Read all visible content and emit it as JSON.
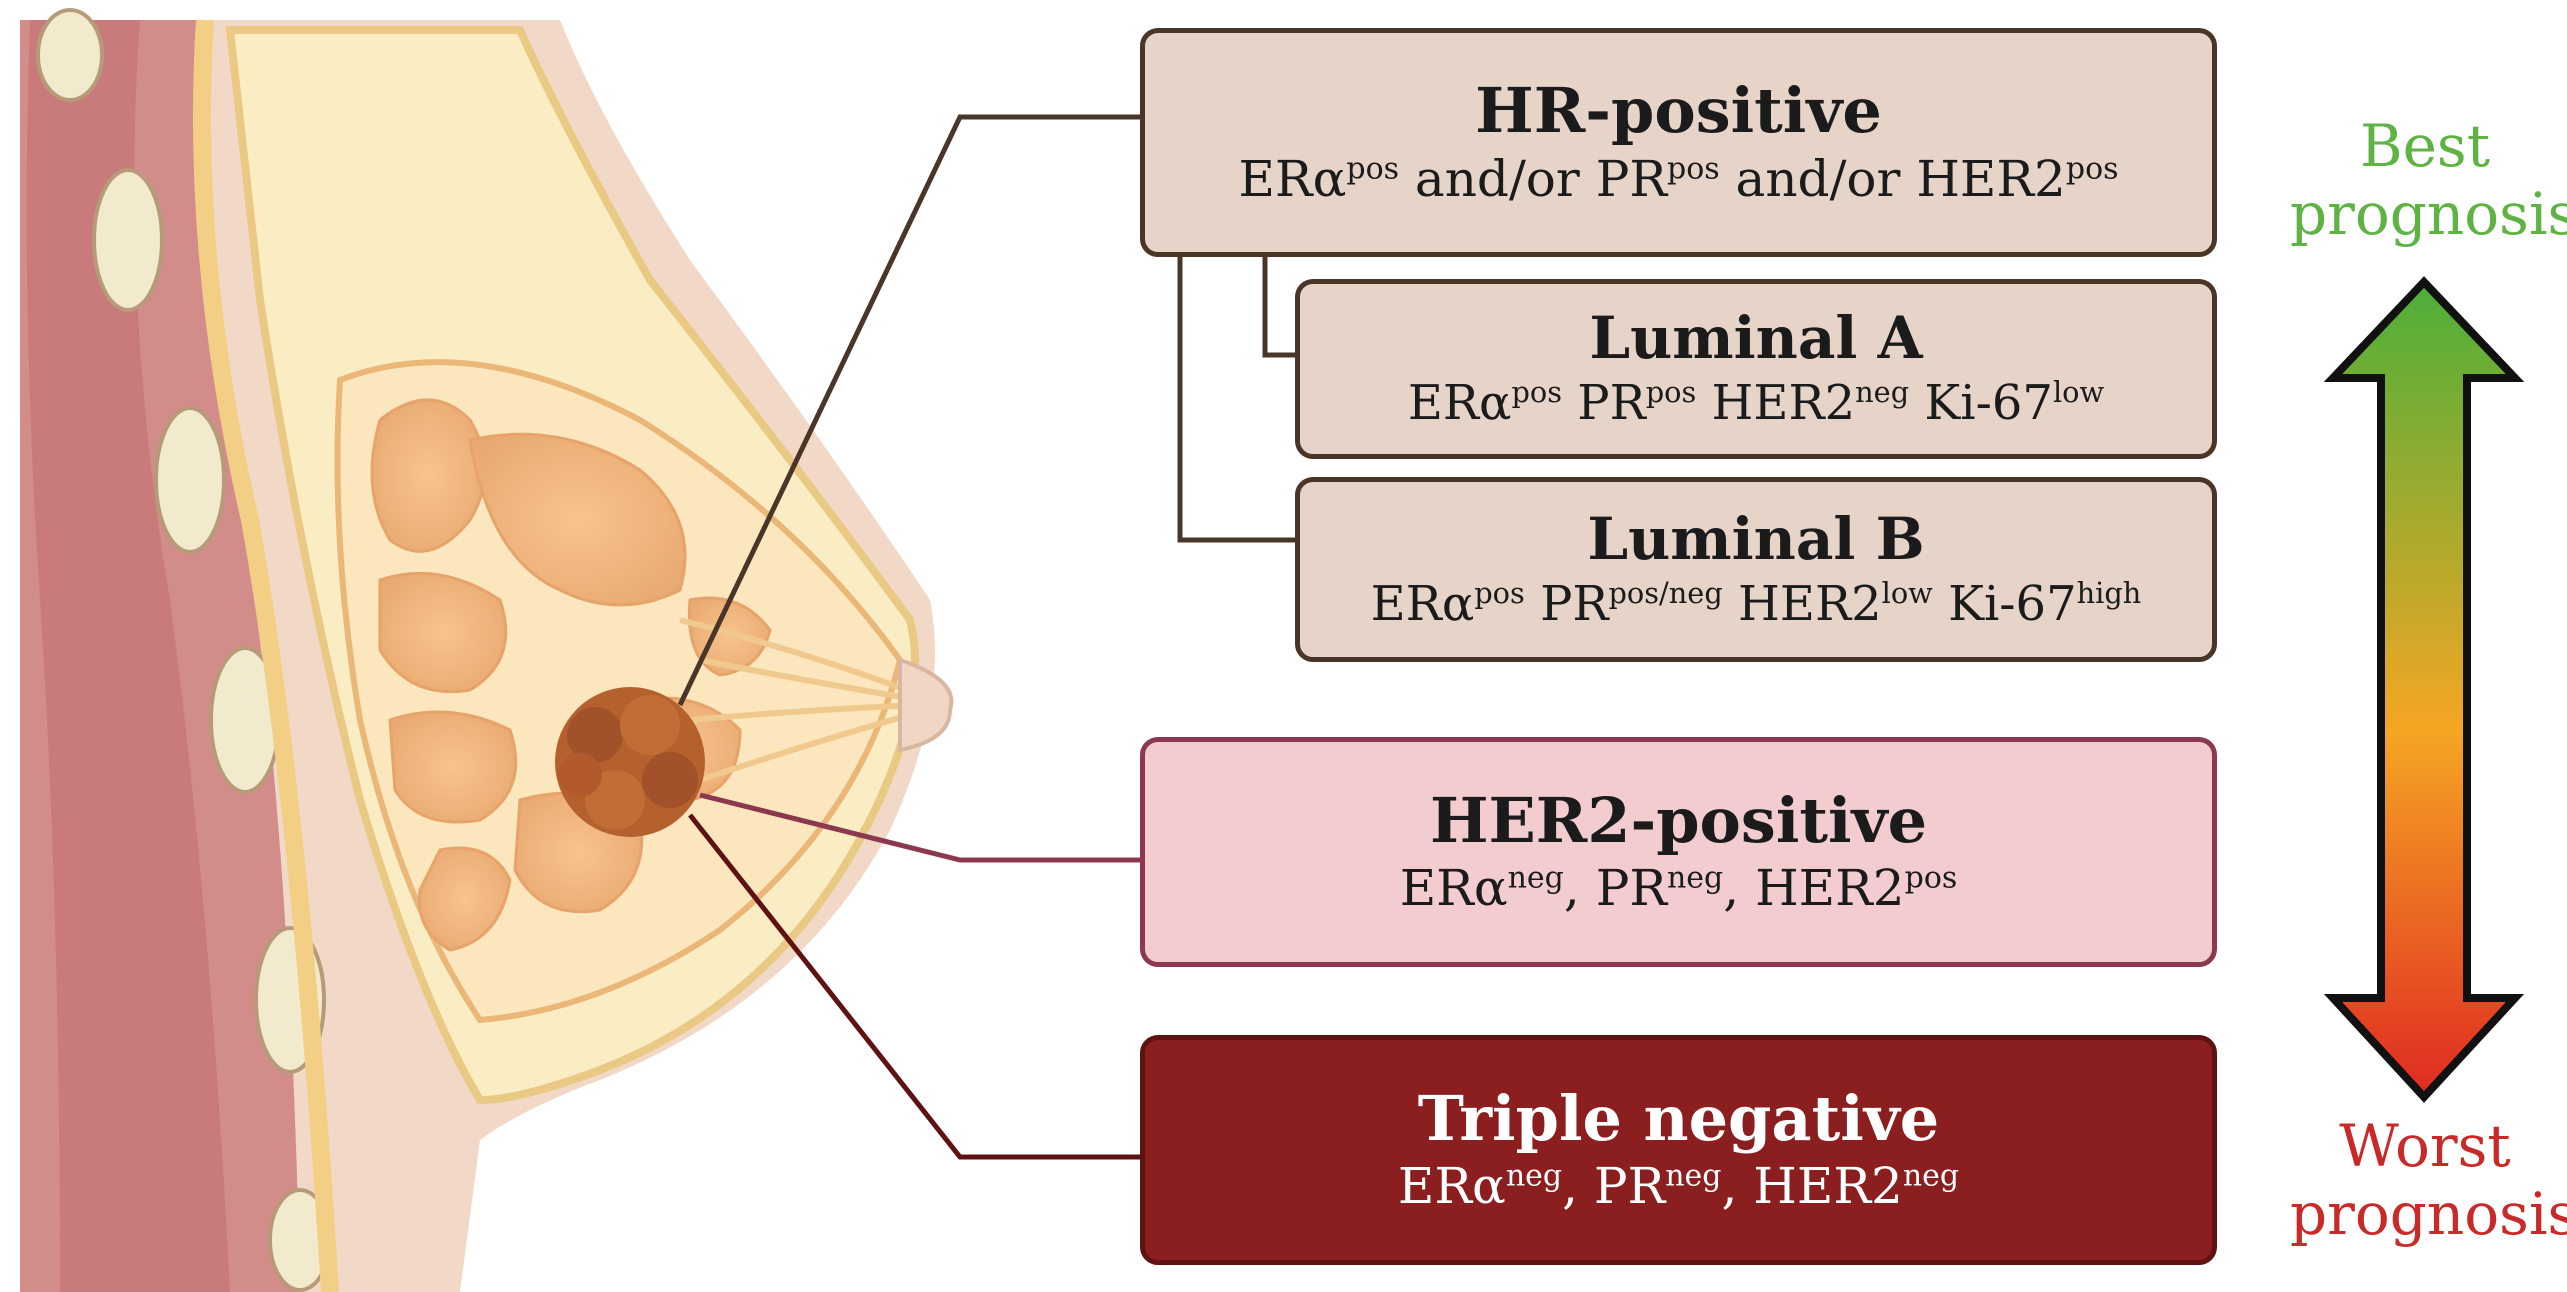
{
  "prognosis": {
    "best": [
      "Best",
      "prognosis"
    ],
    "worst": [
      "Worst",
      "prognosis"
    ],
    "arrow_colors": [
      "#4caf3a",
      "#f5a623",
      "#e02a22"
    ]
  },
  "subtypes": {
    "hr_positive": {
      "title": "HR-positive",
      "markers": [
        {
          "base": "ERα",
          "sup": "pos",
          "sep": " and/or "
        },
        {
          "base": "PR",
          "sup": "pos",
          "sep": " and/or "
        },
        {
          "base": "HER2",
          "sup": "pos",
          "sep": ""
        }
      ]
    },
    "luminal_a": {
      "title": "Luminal A",
      "markers": [
        {
          "base": "ERα",
          "sup": "pos",
          "sep": " "
        },
        {
          "base": "PR",
          "sup": "pos",
          "sep": " "
        },
        {
          "base": "HER2",
          "sup": "neg",
          "sep": " "
        },
        {
          "base": "Ki-67",
          "sup": "low",
          "sep": ""
        }
      ]
    },
    "luminal_b": {
      "title": "Luminal B",
      "markers": [
        {
          "base": "ERα",
          "sup": "pos",
          "sep": " "
        },
        {
          "base": "PR",
          "sup": "pos/neg",
          "sep": " "
        },
        {
          "base": "HER2",
          "sup": "low",
          "sep": " "
        },
        {
          "base": "Ki-67",
          "sup": "high",
          "sep": ""
        }
      ]
    },
    "her2_positive": {
      "title": "HER2-positive",
      "markers": [
        {
          "base": "ERα",
          "sup": "neg",
          "sep": ", "
        },
        {
          "base": "PR",
          "sup": "neg",
          "sep": ", "
        },
        {
          "base": "HER2",
          "sup": "pos",
          "sep": ""
        }
      ]
    },
    "triple_negative": {
      "title": "Triple negative",
      "markers": [
        {
          "base": "ERα",
          "sup": "neg",
          "sep": ", "
        },
        {
          "base": "PR",
          "sup": "neg",
          "sep": ", "
        },
        {
          "base": "HER2",
          "sup": "neg",
          "sep": ""
        }
      ]
    }
  }
}
